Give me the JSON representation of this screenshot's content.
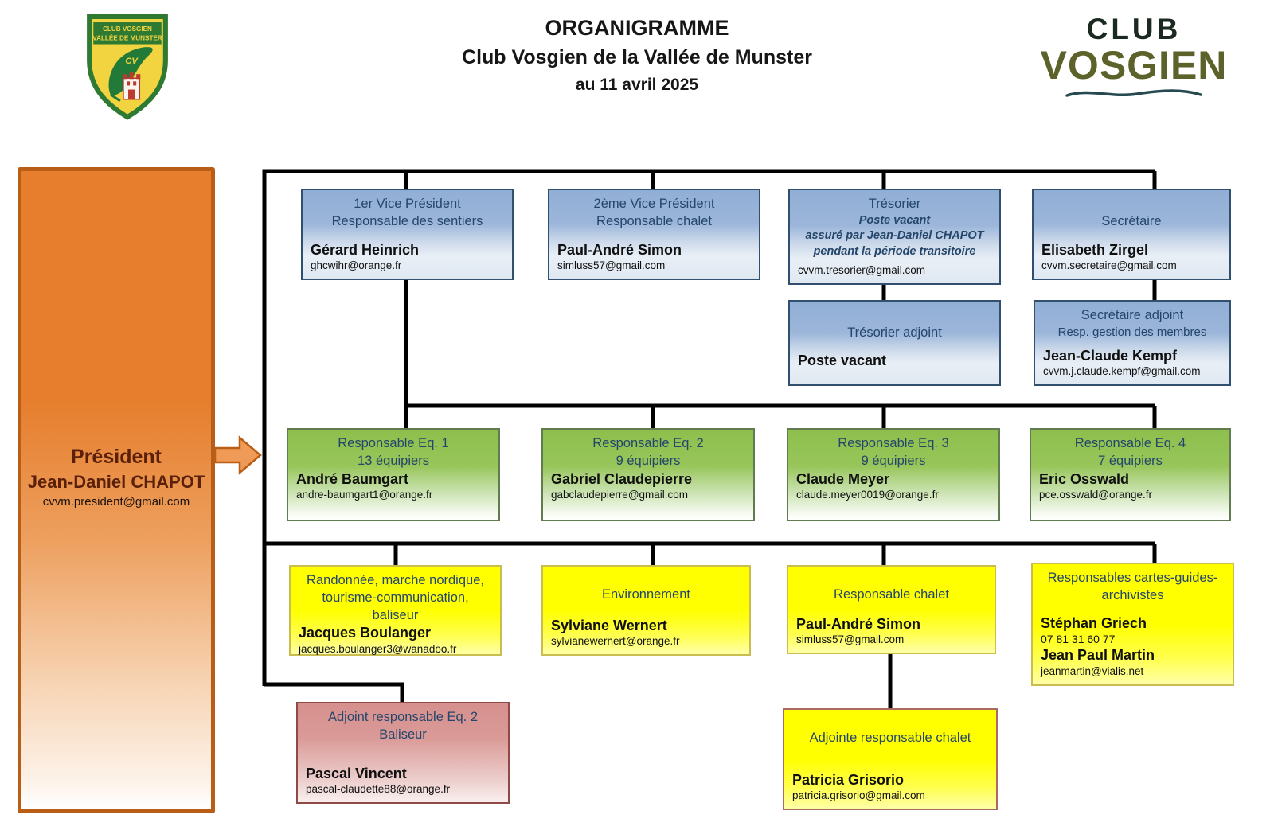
{
  "header": {
    "title": "ORGANIGRAMME",
    "subtitle": "Club Vosgien de la Vallée de Munster",
    "date": "au 11 avril 2025"
  },
  "shield_logo": {
    "band_line1": "CLUB VOSGIEN",
    "band_line2": "VALLÉE DE MUNSTER",
    "monogram": "CV"
  },
  "brand_logo": {
    "line1": "CLUB",
    "line2": "VOSGIEN"
  },
  "president": {
    "title": "Président",
    "name": "Jean-Daniel CHAPOT",
    "email": "cvvm.president@gmail.com"
  },
  "boxes": {
    "vp1": {
      "title1": "1er Vice Président",
      "title2": "Responsable des sentiers",
      "name": "Gérard Heinrich",
      "email": "ghcwihr@orange.fr"
    },
    "vp2": {
      "title1": "2ème Vice Président",
      "title2": "Responsable chalet",
      "name": "Paul-André Simon",
      "email": "simluss57@gmail.com"
    },
    "tresorier": {
      "title1": "Trésorier",
      "italic1": "Poste vacant",
      "italic2": "assuré par Jean-Daniel CHAPOT",
      "italic3": "pendant la période transitoire",
      "email": "cvvm.tresorier@gmail.com"
    },
    "secretaire": {
      "title1": "Secrétaire",
      "name": "Elisabeth Zirgel",
      "email": "cvvm.secretaire@gmail.com"
    },
    "tresorier_adjoint": {
      "title1": "Trésorier adjoint",
      "name": "Poste vacant"
    },
    "secretaire_adjoint": {
      "title1": "Secrétaire adjoint",
      "title2": "Resp. gestion des membres",
      "name": "Jean-Claude Kempf",
      "email": "cvvm.j.claude.kempf@gmail.com"
    },
    "eq1": {
      "title1": "Responsable Eq. 1",
      "title2": "13 équipiers",
      "name": "André Baumgart",
      "email": "andre-baumgart1@orange.fr"
    },
    "eq2": {
      "title1": "Responsable Eq. 2",
      "title2": "9 équipiers",
      "name": "Gabriel Claudepierre",
      "email": "gabclaudepierre@gmail.com"
    },
    "eq3": {
      "title1": "Responsable Eq. 3",
      "title2": "9 équipiers",
      "name": "Claude Meyer",
      "email": "claude.meyer0019@orange.fr"
    },
    "eq4": {
      "title1": "Responsable Eq. 4",
      "title2": "7 équipiers",
      "name": "Eric Osswald",
      "email": "pce.osswald@orange.fr"
    },
    "rando": {
      "title1": "Randonnée, marche nordique,",
      "title2": "tourisme-communication, baliseur",
      "name": "Jacques Boulanger",
      "email": "jacques.boulanger3@wanadoo.fr"
    },
    "environnement": {
      "title1": "Environnement",
      "name": "Sylviane Wernert",
      "email": "sylvianewernert@orange.fr"
    },
    "chalet": {
      "title1": "Responsable chalet",
      "name": "Paul-André Simon",
      "email": "simluss57@gmail.com"
    },
    "cartes": {
      "title1": "Responsables cartes-guides-",
      "title2": "archivistes",
      "name1": "Stéphan Griech",
      "phone1": "07 81 31 60 77",
      "name2": "Jean Paul Martin",
      "email2": "jeanmartin@vialis.net"
    },
    "adjoint_eq2": {
      "title1": "Adjoint responsable Eq. 2",
      "title2": "Baliseur",
      "name": "Pascal Vincent",
      "email": "pascal-claudette88@orange.fr"
    },
    "adjointe_chalet": {
      "title1": "Adjointe responsable chalet",
      "name": "Patricia Grisorio",
      "email": "patricia.grisorio@gmail.com"
    }
  },
  "colors": {
    "president_orange": "#e67e2d",
    "president_border": "#b95e16",
    "blue_box": "#95b3d7",
    "green_box": "#8ebf4d",
    "yellow_box": "#ffff00",
    "pink_box": "#d6908e",
    "connector": "#000000",
    "shield_green": "#2f7a33",
    "shield_yellow": "#f2d440",
    "logo_olive": "#5d612a"
  }
}
